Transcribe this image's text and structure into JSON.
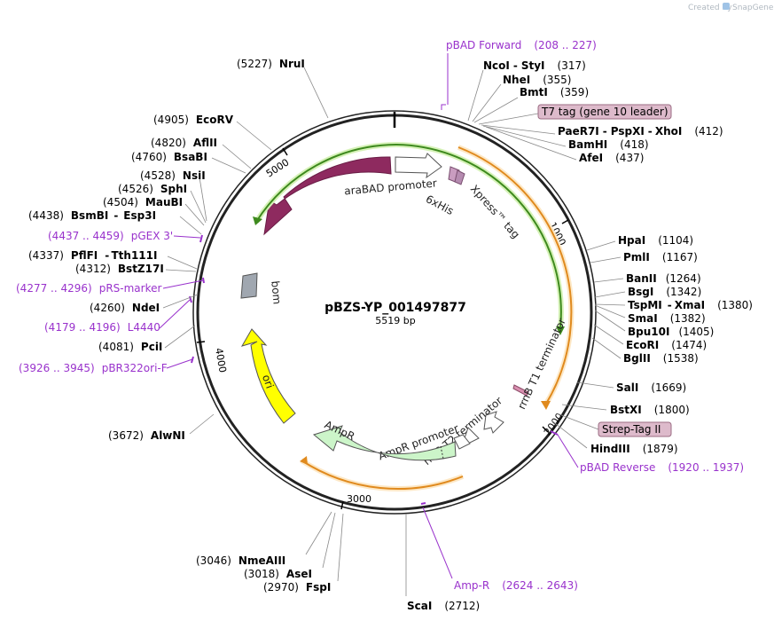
{
  "branding": {
    "created_by": "Created by",
    "app": "SnapGene"
  },
  "plasmid": {
    "name": "pBZS-YP_001497877",
    "length": "5519 bp"
  },
  "ticks": [
    "1000",
    "2000",
    "3000",
    "4000",
    "5000"
  ],
  "features": {
    "araC": "araC",
    "araBAD_promoter": "araBAD promoter",
    "xpress_tag": "Xpress™ tag",
    "his_tag": "6xHis",
    "rrnB_T1": "rrnB T1 terminator",
    "rrnB_T2": "rrnB T2 terminator",
    "ampR_promoter": "AmpR promoter",
    "ampR": "AmpR",
    "ori": "ori",
    "bom": "bom"
  },
  "highlighted": {
    "t7tag": "T7 tag (gene 10 leader)",
    "strep": "Strep-Tag II"
  },
  "primers": {
    "pbad_fwd": {
      "name": "pBAD Forward",
      "range": "(208 .. 227)"
    },
    "pbad_rev": {
      "name": "pBAD Reverse",
      "range": "(1920 .. 1937)"
    },
    "ampr": {
      "name": "Amp-R",
      "range": "(2624 .. 2643)"
    },
    "pbr322": {
      "name": "pBR322ori-F",
      "range": "(3926 .. 3945)"
    },
    "l4440": {
      "name": "L4440",
      "range": "(4179 .. 4196)"
    },
    "prs": {
      "name": "pRS-marker",
      "range": "(4277 .. 4296)"
    },
    "pgex": {
      "name": "pGEX 3'",
      "range": "(4437 .. 4459)"
    }
  },
  "sites_right": {
    "ncoi": {
      "name": "NcoI",
      "sep": "-",
      "name2": "StyI",
      "pos": "(317)"
    },
    "nhei": {
      "name": "NheI",
      "pos": "(355)"
    },
    "bmti": {
      "name": "BmtI",
      "pos": "(359)"
    },
    "paer7i": {
      "name": "PaeR7I",
      "sep": "-",
      "name2": "PspXI",
      "sep2": "-",
      "name3": "XhoI",
      "pos": "(412)"
    },
    "bamhi": {
      "name": "BamHI",
      "pos": "(418)"
    },
    "afei": {
      "name": "AfeI",
      "pos": "(437)"
    },
    "hpai": {
      "name": "HpaI",
      "pos": "(1104)"
    },
    "pmli": {
      "name": "PmlI",
      "pos": "(1167)"
    },
    "banii": {
      "name": "BanII",
      "pos": "(1264)"
    },
    "bsgi": {
      "name": "BsgI",
      "pos": "(1342)"
    },
    "tspmi": {
      "name": "TspMI",
      "sep": "-",
      "name2": "XmaI",
      "pos": "(1380)"
    },
    "smai": {
      "name": "SmaI",
      "pos": "(1382)"
    },
    "bpu10i": {
      "name": "Bpu10I",
      "pos": "(1405)"
    },
    "ecori": {
      "name": "EcoRI",
      "pos": "(1474)"
    },
    "bglii": {
      "name": "BglII",
      "pos": "(1538)"
    },
    "sali": {
      "name": "SalI",
      "pos": "(1669)"
    },
    "bstxi": {
      "name": "BstXI",
      "pos": "(1800)"
    },
    "hindiii": {
      "name": "HindIII",
      "pos": "(1879)"
    }
  },
  "sites_left": {
    "srui": {
      "name": "NruI",
      "pos": "(5227)"
    },
    "ecorv": {
      "name": "EcoRV",
      "pos": "(4905)"
    },
    "aflii": {
      "name": "AflII",
      "pos": "(4820)"
    },
    "bsabi": {
      "name": "BsaBI",
      "pos": "(4760)"
    },
    "nsii": {
      "name": "NsiI",
      "pos": "(4528)"
    },
    "sphi": {
      "name": "SphI",
      "pos": "(4526)"
    },
    "maubi": {
      "name": "MauBI",
      "pos": "(4504)"
    },
    "bsmbi": {
      "name": "BsmBI",
      "sep": "-",
      "name2": "Esp3I",
      "pos": "(4438)"
    },
    "pflfi": {
      "name": "PflFI",
      "sep": "-",
      "name2": "Tth111I",
      "pos": "(4337)"
    },
    "bstz17i": {
      "name": "BstZ17I",
      "pos": "(4312)"
    },
    "ndei": {
      "name": "NdeI",
      "pos": "(4260)"
    },
    "pcii": {
      "name": "PciI",
      "pos": "(4081)"
    },
    "alwni": {
      "name": "AlwNI",
      "pos": "(3672)"
    }
  },
  "sites_bottom": {
    "nmeaiii": {
      "name": "NmeAIII",
      "pos": "(3046)"
    },
    "asei": {
      "name": "AseI",
      "pos": "(3018)"
    },
    "fspi": {
      "name": "FspI",
      "pos": "(2970)"
    },
    "scai": {
      "name": "ScaI",
      "pos": "(2712)"
    }
  }
}
